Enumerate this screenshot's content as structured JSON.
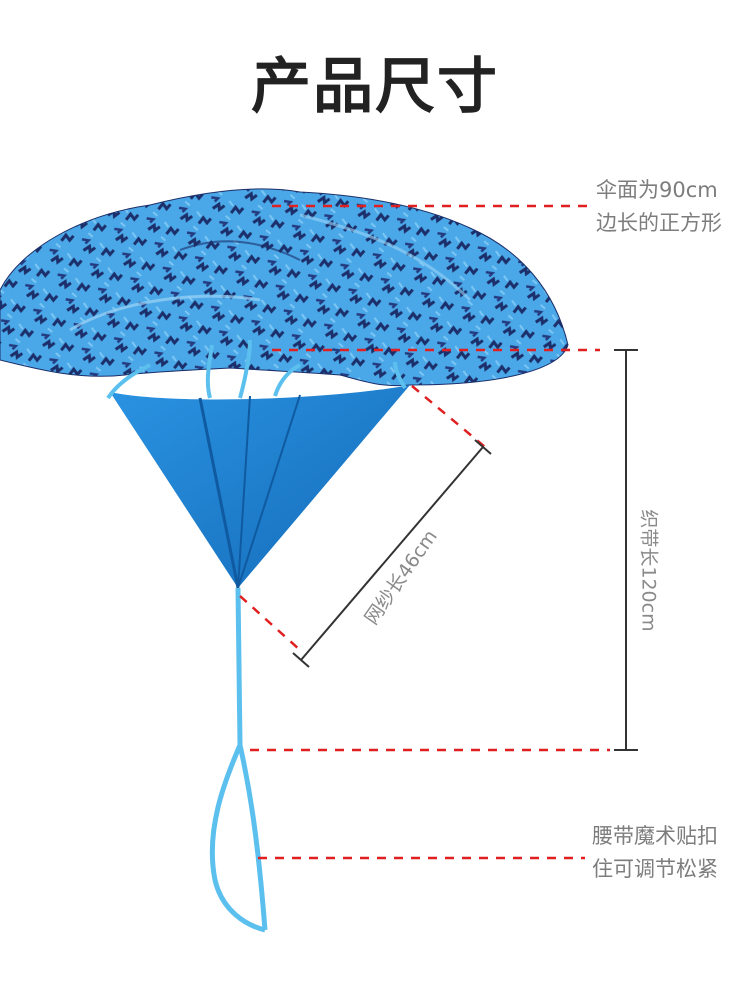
{
  "title": "产品尺寸",
  "annotations": {
    "canopy_line1": "伞面为90cm",
    "canopy_line2": "边长的正方形",
    "mesh_length": "网纱长46cm",
    "strap_length": "织带长120cm",
    "belt_line1": "腰带魔术贴扣",
    "belt_line2": "住可调节松紧"
  },
  "colors": {
    "dashed_guide": "#e02020",
    "measure_line": "#333333",
    "canopy_blue": "#4aa8e8",
    "canopy_pattern": "#1c2f6a",
    "mesh_blue": "#1d7fd0",
    "strap_blue": "#5cc0ee"
  }
}
